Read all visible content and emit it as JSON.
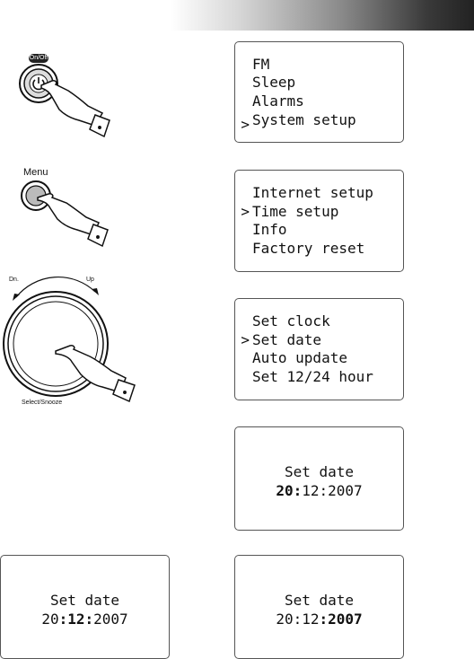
{
  "header": {
    "bar": "gradient-header-bar"
  },
  "step1": {
    "button_label": "On/Off",
    "icon": "power-icon",
    "screen": {
      "lines": [
        "FM",
        "Sleep",
        "Alarms",
        "System setup"
      ],
      "selected_index": 3,
      "cursor": ">"
    }
  },
  "step2": {
    "button_label": "Menu",
    "screen": {
      "lines": [
        "Internet setup",
        "Time setup",
        "Info",
        "Factory reset"
      ],
      "selected_index": 1,
      "cursor": ">"
    }
  },
  "step3": {
    "knob_left_label": "Dn.",
    "knob_right_label": "Up",
    "knob_bottom_label": "Select/Snooze",
    "screen": {
      "lines": [
        "Set clock",
        "Set date",
        "Auto update",
        "Set 12/24 hour"
      ],
      "selected_index": 1,
      "cursor": ">"
    }
  },
  "step4": {
    "screen": {
      "title": "Set date",
      "day": "20",
      "sep1": ":",
      "month": "12",
      "sep2": ":",
      "year": "2007",
      "bold_field": "day"
    }
  },
  "step5": {
    "screen": {
      "title": "Set date",
      "day": "20",
      "sep1": ":",
      "month": "12",
      "sep2": ":",
      "year": "2007",
      "bold_field": "month"
    }
  },
  "step6": {
    "screen": {
      "title": "Set date",
      "day": "20",
      "sep1": ":",
      "month": "12",
      "sep2": ":",
      "year": "2007",
      "bold_field": "year"
    }
  }
}
